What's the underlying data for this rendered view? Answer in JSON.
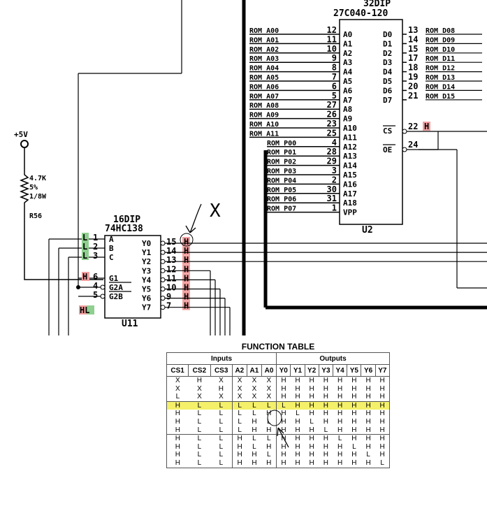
{
  "u2": {
    "package": "32DIP",
    "part": "27C040-120",
    "ref": "U2",
    "left_pins": [
      {
        "net": "ROM A00",
        "num": "12",
        "name": "A0"
      },
      {
        "net": "ROM A01",
        "num": "11",
        "name": "A1"
      },
      {
        "net": "ROM A02",
        "num": "10",
        "name": "A2"
      },
      {
        "net": "ROM A03",
        "num": "9",
        "name": "A3"
      },
      {
        "net": "ROM A04",
        "num": "8",
        "name": "A4"
      },
      {
        "net": "ROM A05",
        "num": "7",
        "name": "A5"
      },
      {
        "net": "ROM A06",
        "num": "6",
        "name": "A6"
      },
      {
        "net": "ROM A07",
        "num": "5",
        "name": "A7"
      },
      {
        "net": "ROM A08",
        "num": "27",
        "name": "A8"
      },
      {
        "net": "ROM A09",
        "num": "26",
        "name": "A9"
      },
      {
        "net": "ROM A10",
        "num": "23",
        "name": "A10"
      },
      {
        "net": "ROM A11",
        "num": "25",
        "name": "A11"
      },
      {
        "net": "ROM P00",
        "num": "4",
        "name": "A12"
      },
      {
        "net": "ROM P01",
        "num": "28",
        "name": "A13"
      },
      {
        "net": "ROM P02",
        "num": "29",
        "name": "A14"
      },
      {
        "net": "ROM P03",
        "num": "3",
        "name": "A15"
      },
      {
        "net": "ROM P04",
        "num": "2",
        "name": "A16"
      },
      {
        "net": "ROM P05",
        "num": "30",
        "name": "A17"
      },
      {
        "net": "ROM P06",
        "num": "31",
        "name": "A18"
      },
      {
        "net": "ROM P07",
        "num": "1",
        "name": "VPP"
      }
    ],
    "right_pins": [
      {
        "name": "D0",
        "num": "13",
        "net": "ROM D08"
      },
      {
        "name": "D1",
        "num": "14",
        "net": "ROM D09"
      },
      {
        "name": "D2",
        "num": "15",
        "net": "ROM D10"
      },
      {
        "name": "D3",
        "num": "17",
        "net": "ROM D11"
      },
      {
        "name": "D4",
        "num": "18",
        "net": "ROM D12"
      },
      {
        "name": "D5",
        "num": "19",
        "net": "ROM D13"
      },
      {
        "name": "D6",
        "num": "20",
        "net": "ROM D14"
      },
      {
        "name": "D7",
        "num": "21",
        "net": "ROM D15"
      }
    ],
    "cs_pin": {
      "name": "CS",
      "num": "22",
      "state": "H"
    },
    "oe_pin": {
      "name": "OE",
      "num": "24"
    }
  },
  "u11": {
    "package": "16DIP",
    "part": "74HC138",
    "ref": "U11",
    "inputs": [
      {
        "num": "1",
        "name": "A",
        "state": "L"
      },
      {
        "num": "2",
        "name": "B",
        "state": "L"
      },
      {
        "num": "3",
        "name": "C",
        "state": "L"
      }
    ],
    "enables": [
      {
        "num": "6",
        "name": "G1",
        "state": "H"
      },
      {
        "num": "4",
        "name": "G2A",
        "state": ""
      },
      {
        "num": "5",
        "name": "G2B",
        "state": "HL"
      }
    ],
    "outputs": [
      {
        "name": "Y0",
        "num": "15",
        "state": "H"
      },
      {
        "name": "Y1",
        "num": "14",
        "state": "H"
      },
      {
        "name": "Y2",
        "num": "13",
        "state": "H"
      },
      {
        "name": "Y3",
        "num": "12",
        "state": "H"
      },
      {
        "name": "Y4",
        "num": "11",
        "state": "H"
      },
      {
        "name": "Y5",
        "num": "10",
        "state": "H"
      },
      {
        "name": "Y6",
        "num": "9",
        "state": "H"
      },
      {
        "name": "Y7",
        "num": "7",
        "state": "H"
      }
    ]
  },
  "power": {
    "label": "+5V"
  },
  "resistor": {
    "value": "4.7K",
    "tolerance": "5%",
    "power": "1/8W",
    "ref": "R56"
  },
  "annotation": {
    "mark": "X"
  },
  "colors": {
    "high": "#f3a0a0",
    "low": "#8fcf8f",
    "highlight_row": "#f4f06a"
  },
  "function_table": {
    "title": "FUNCTION TABLE",
    "group_inputs": "Inputs",
    "group_outputs": "Outputs",
    "headers": [
      "CS1",
      "CS2",
      "CS3",
      "A2",
      "A1",
      "A0",
      "Y0",
      "Y1",
      "Y2",
      "Y3",
      "Y4",
      "Y5",
      "Y6",
      "Y7"
    ],
    "highlight_row": 3,
    "rows": [
      [
        "X",
        "H",
        "X",
        "X",
        "X",
        "X",
        "H",
        "H",
        "H",
        "H",
        "H",
        "H",
        "H",
        "H"
      ],
      [
        "X",
        "X",
        "H",
        "X",
        "X",
        "X",
        "H",
        "H",
        "H",
        "H",
        "H",
        "H",
        "H",
        "H"
      ],
      [
        "L",
        "X",
        "X",
        "X",
        "X",
        "X",
        "H",
        "H",
        "H",
        "H",
        "H",
        "H",
        "H",
        "H"
      ],
      [
        "H",
        "L",
        "L",
        "L",
        "L",
        "L",
        "L",
        "H",
        "H",
        "H",
        "H",
        "H",
        "H",
        "H"
      ],
      [
        "H",
        "L",
        "L",
        "L",
        "L",
        "H",
        "H",
        "L",
        "H",
        "H",
        "H",
        "H",
        "H",
        "H"
      ],
      [
        "H",
        "L",
        "L",
        "L",
        "H",
        "L",
        "H",
        "H",
        "L",
        "H",
        "H",
        "H",
        "H",
        "H"
      ],
      [
        "H",
        "L",
        "L",
        "L",
        "H",
        "H",
        "H",
        "H",
        "H",
        "L",
        "H",
        "H",
        "H",
        "H"
      ],
      [
        "H",
        "L",
        "L",
        "H",
        "L",
        "L",
        "H",
        "H",
        "H",
        "H",
        "L",
        "H",
        "H",
        "H"
      ],
      [
        "H",
        "L",
        "L",
        "H",
        "L",
        "H",
        "H",
        "H",
        "H",
        "H",
        "H",
        "L",
        "H",
        "H"
      ],
      [
        "H",
        "L",
        "L",
        "H",
        "H",
        "L",
        "H",
        "H",
        "H",
        "H",
        "H",
        "H",
        "L",
        "H"
      ],
      [
        "H",
        "L",
        "L",
        "H",
        "H",
        "H",
        "H",
        "H",
        "H",
        "H",
        "H",
        "H",
        "H",
        "L"
      ]
    ]
  }
}
